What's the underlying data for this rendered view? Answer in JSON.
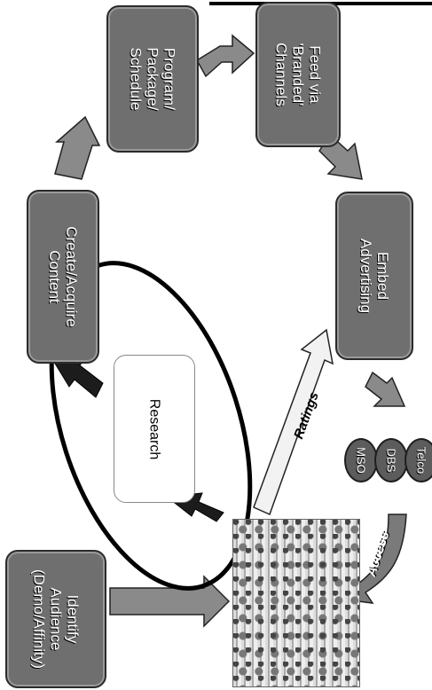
{
  "boxes": {
    "program": [
      "Program/",
      "Package/",
      "Schedule"
    ],
    "feed": [
      "Feed via",
      "'Branded'",
      "Channels"
    ],
    "create": [
      "Create/Acquire",
      "Content"
    ],
    "embed": [
      "Embed",
      "Advertising"
    ],
    "identify": [
      "Identify",
      "Audience",
      "(Demo/Affinity)"
    ]
  },
  "research": "Research",
  "ratings": "Ratings",
  "access": "Access",
  "distributors": [
    "MSO",
    "DBS",
    "Telco"
  ],
  "colors": {
    "box": "#6f6f6f",
    "arrow": "#8a8a8a",
    "dark_arrow": "#1c1c1c",
    "ellipse": "#000000"
  }
}
